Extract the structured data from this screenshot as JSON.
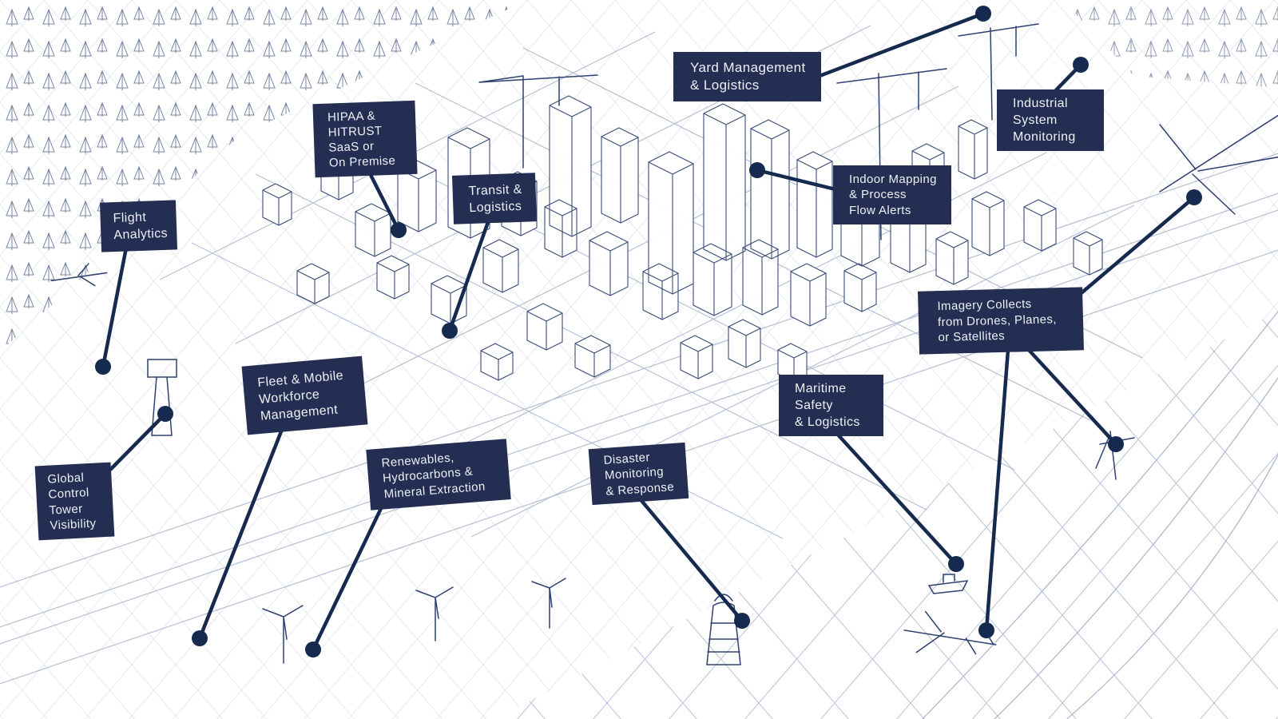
{
  "colors": {
    "accent_navy": "#16294e",
    "box_bg": "#232e52",
    "label_text": "#eef0f5",
    "wire_light": "#c9d0e0",
    "wire_mid": "#a9b4cd",
    "wire_dark": "#3a4c78",
    "background": "#ffffff"
  },
  "callouts": [
    {
      "id": "yard-management",
      "lines": [
        "Yard Management",
        "& Logistics"
      ]
    },
    {
      "id": "industrial-system-monitoring",
      "lines": [
        "Industrial",
        "System",
        "Monitoring"
      ]
    },
    {
      "id": "hipaa-hitrust",
      "lines": [
        "HIPAA &",
        "HITRUST",
        "SaaS or",
        "On Premise"
      ]
    },
    {
      "id": "transit-logistics",
      "lines": [
        "Transit &",
        "Logistics"
      ]
    },
    {
      "id": "indoor-mapping",
      "lines": [
        "Indoor Mapping",
        "& Process",
        "Flow Alerts"
      ]
    },
    {
      "id": "flight-analytics",
      "lines": [
        "Flight",
        "Analytics"
      ]
    },
    {
      "id": "imagery-collects",
      "lines": [
        "Imagery Collects",
        "from Drones, Planes,",
        "or Satellites"
      ]
    },
    {
      "id": "fleet-mobile-workforce",
      "lines": [
        "Fleet & Mobile",
        "Workforce",
        "Management"
      ]
    },
    {
      "id": "maritime-safety",
      "lines": [
        "Maritime",
        "Safety",
        "& Logistics"
      ]
    },
    {
      "id": "global-control-tower",
      "lines": [
        "Global",
        "Control",
        "Tower",
        "Visibility"
      ]
    },
    {
      "id": "renewables-extraction",
      "lines": [
        "Renewables,",
        "Hydrocarbons &",
        "Mineral Extraction"
      ]
    },
    {
      "id": "disaster-monitoring",
      "lines": [
        "Disaster",
        "Monitoring",
        "& Response"
      ]
    }
  ]
}
